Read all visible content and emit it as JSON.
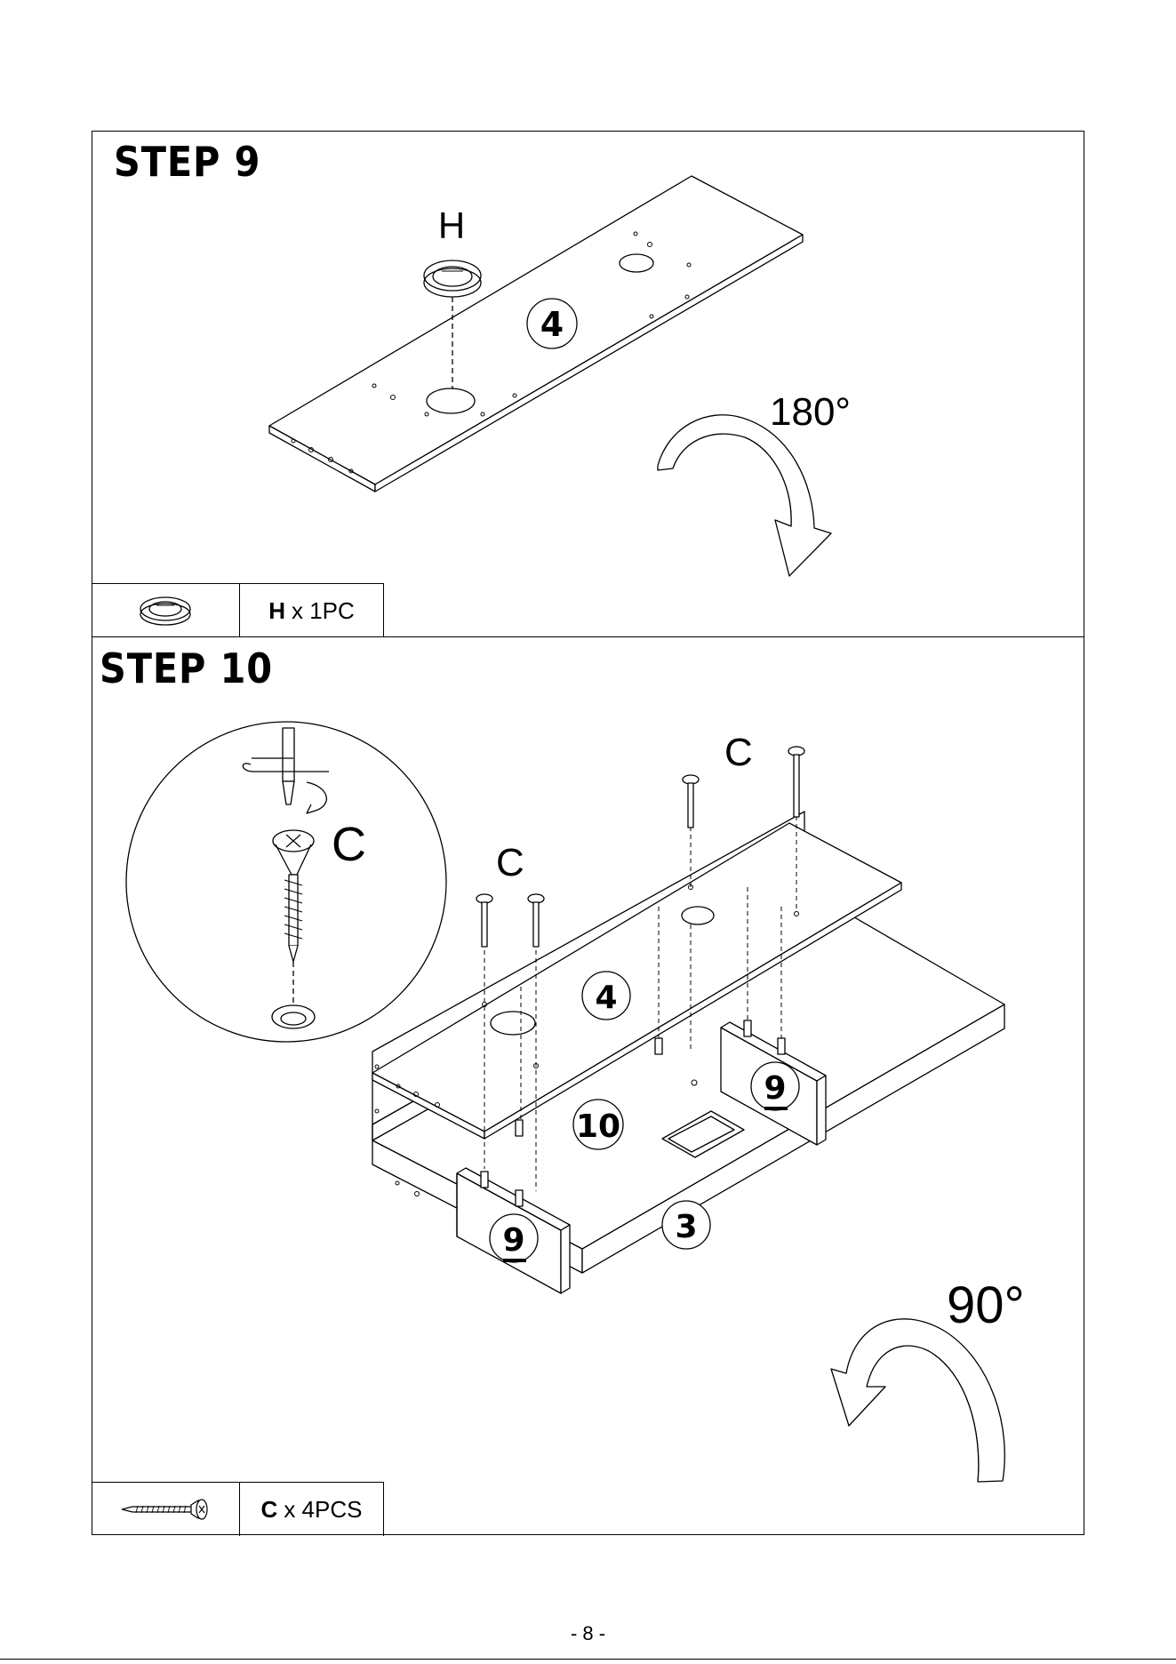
{
  "steps": [
    {
      "title": "STEP 9",
      "hardware_label": "H",
      "panel_label": "4",
      "rotation_label": "180°",
      "part": {
        "icon": "grommet-icon",
        "letter": "H",
        "quantity": "x 1PC"
      }
    },
    {
      "title": "STEP 10",
      "screw_labels": [
        "C",
        "C",
        "C"
      ],
      "panel_labels": [
        "4",
        "10",
        "3",
        "9",
        "9"
      ],
      "rotation_label": "90°",
      "part": {
        "icon": "screw-icon",
        "letter": "C",
        "quantity": "x 4PCS"
      }
    }
  ],
  "page_number": "- 8 -"
}
